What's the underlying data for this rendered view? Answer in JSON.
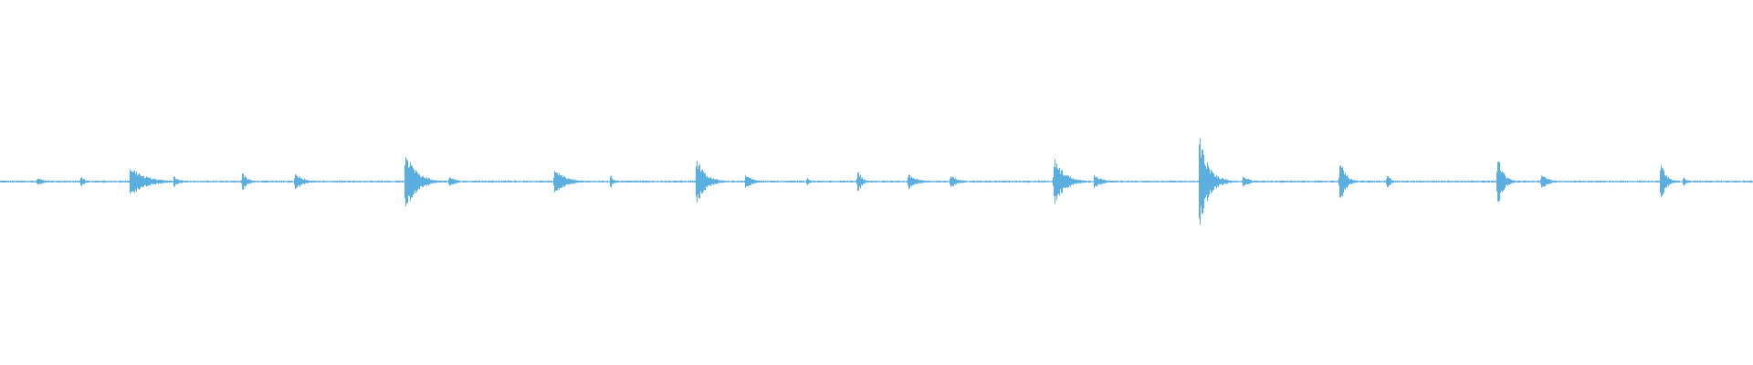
{
  "waveform": {
    "color": "#5aaee0",
    "baseline_amplitude": 0.004,
    "peaks": [
      {
        "t": 0.0,
        "amp": 0.006,
        "decay": 0.01
      },
      {
        "t": 0.021,
        "amp": 0.022,
        "decay": 0.004
      },
      {
        "t": 0.046,
        "amp": 0.035,
        "decay": 0.002
      },
      {
        "t": 0.074,
        "amp": 0.095,
        "decay": 0.008
      },
      {
        "t": 0.099,
        "amp": 0.035,
        "decay": 0.003
      },
      {
        "t": 0.138,
        "amp": 0.055,
        "decay": 0.003
      },
      {
        "t": 0.168,
        "amp": 0.06,
        "decay": 0.004
      },
      {
        "t": 0.231,
        "amp": 0.175,
        "decay": 0.006
      },
      {
        "t": 0.256,
        "amp": 0.03,
        "decay": 0.004
      },
      {
        "t": 0.316,
        "amp": 0.08,
        "decay": 0.006
      },
      {
        "t": 0.324,
        "amp": 0.025,
        "decay": 0.002
      },
      {
        "t": 0.348,
        "amp": 0.04,
        "decay": 0.002
      },
      {
        "t": 0.397,
        "amp": 0.14,
        "decay": 0.005
      },
      {
        "t": 0.425,
        "amp": 0.045,
        "decay": 0.004
      },
      {
        "t": 0.46,
        "amp": 0.025,
        "decay": 0.002
      },
      {
        "t": 0.489,
        "amp": 0.085,
        "decay": 0.002
      },
      {
        "t": 0.518,
        "amp": 0.045,
        "decay": 0.005
      },
      {
        "t": 0.542,
        "amp": 0.04,
        "decay": 0.004
      },
      {
        "t": 0.601,
        "amp": 0.14,
        "decay": 0.006
      },
      {
        "t": 0.624,
        "amp": 0.04,
        "decay": 0.005
      },
      {
        "t": 0.684,
        "amp": 0.27,
        "decay": 0.005
      },
      {
        "t": 0.709,
        "amp": 0.04,
        "decay": 0.003
      },
      {
        "t": 0.764,
        "amp": 0.155,
        "decay": 0.003
      },
      {
        "t": 0.791,
        "amp": 0.05,
        "decay": 0.002
      },
      {
        "t": 0.854,
        "amp": 0.17,
        "decay": 0.003
      },
      {
        "t": 0.879,
        "amp": 0.045,
        "decay": 0.004
      },
      {
        "t": 0.947,
        "amp": 0.12,
        "decay": 0.003
      },
      {
        "t": 0.96,
        "amp": 0.03,
        "decay": 0.002
      }
    ]
  }
}
